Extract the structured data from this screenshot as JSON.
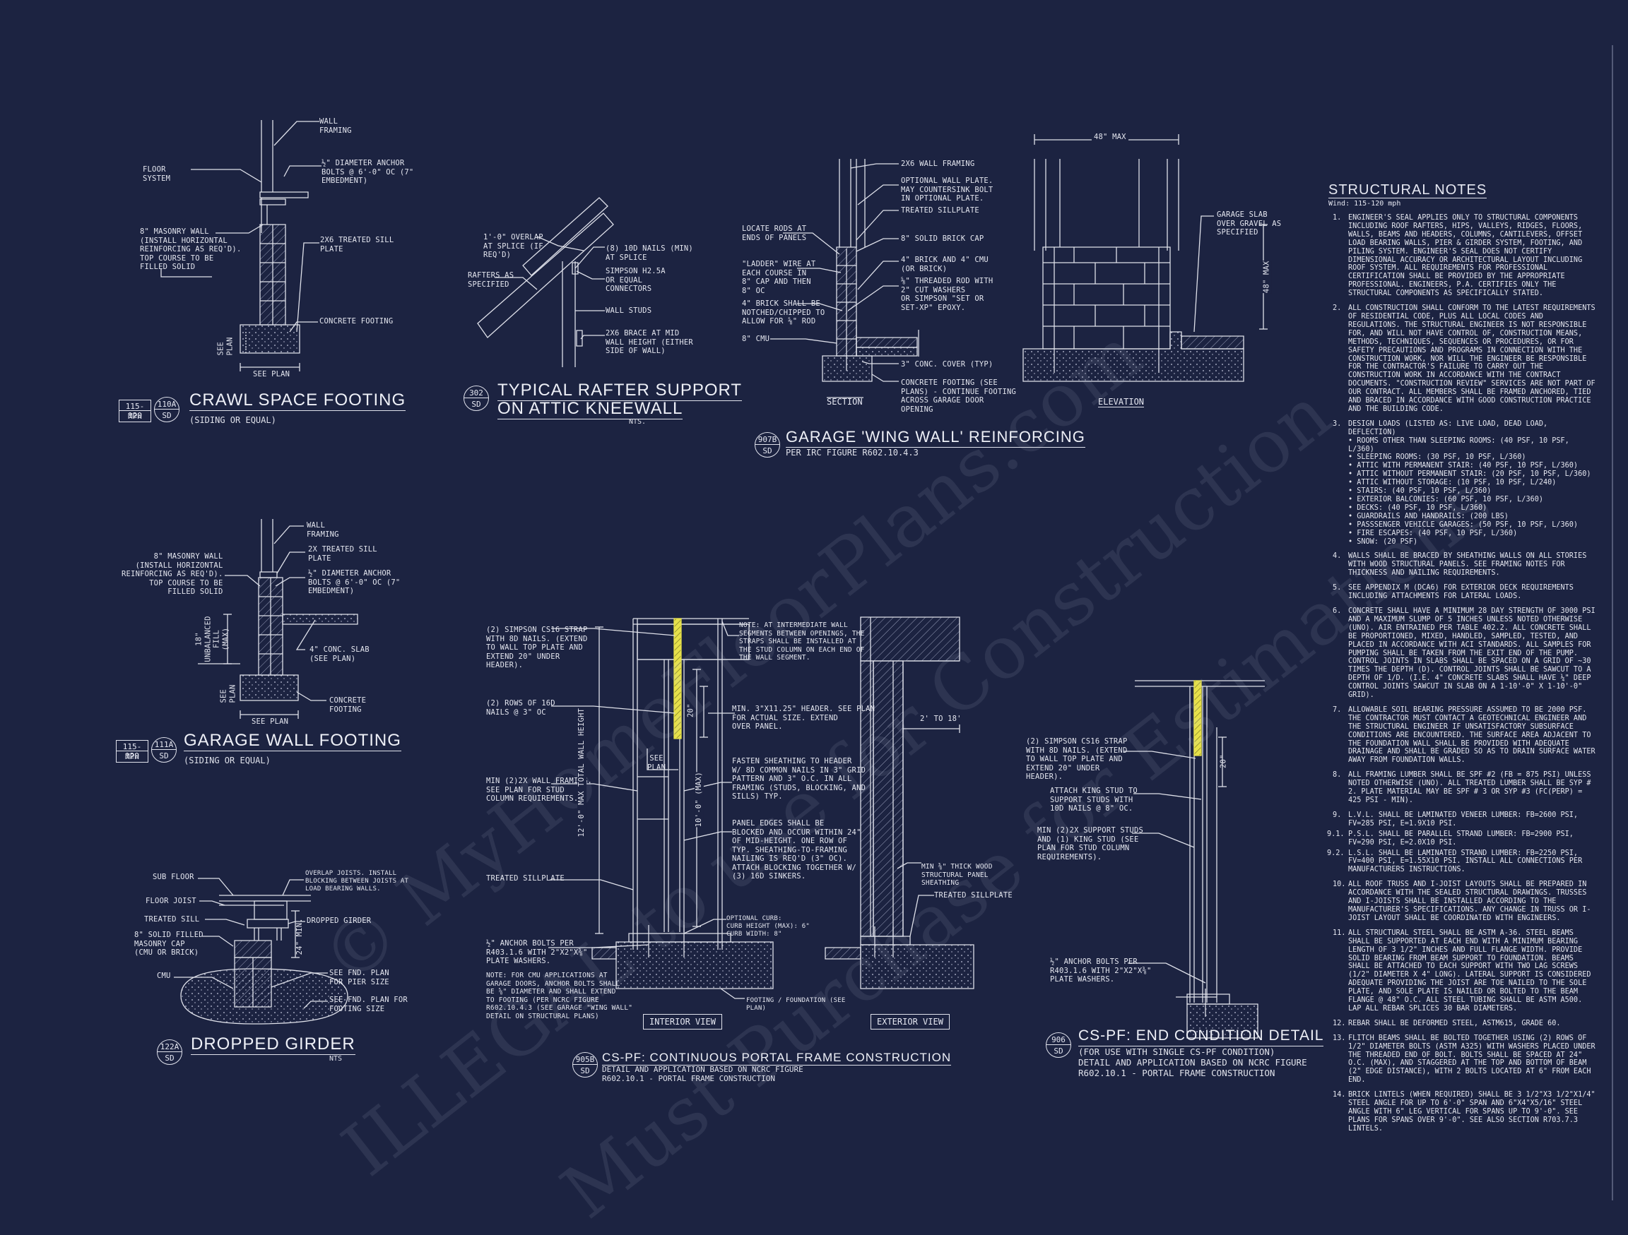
{
  "colors": {
    "background": "#1c2341",
    "linework": "#e0e2ec",
    "highlight": "#e6e04a"
  },
  "watermark": {
    "line1": "© MyHomeFloorPlans.com",
    "line2": "ILLEGAL to use for Construction",
    "line3": "Must Purchase for Estimations"
  },
  "details": {
    "crawl": {
      "title": "Crawl Space Footing",
      "subtitle": "(SIDING OR EQUAL)",
      "bubble_top": "110A",
      "bubble_bottom": "SD",
      "mph_top": "115-120",
      "mph_bottom": "MPH",
      "labels": {
        "wall_framing": "WALL\nFRAMING",
        "floor_system": "FLOOR\nSYSTEM",
        "anchor": "½\" DIAMETER ANCHOR\nBOLTS @ 6'-0\" OC (7\"\nEMBEDMENT)",
        "masonry": "8\" MASONRY WALL\n(INSTALL HORIZONTAL\nREINFORCING AS REQ'D).\nTOP COURSE TO BE\nFILLED SOLID",
        "sill": "2x6 TREATED SILL\nPLATE",
        "footing": "CONCRETE FOOTING",
        "see_plan_v": "SEE\nPLAN",
        "see_plan": "SEE PLAN"
      }
    },
    "rafter": {
      "title1": "Typical Rafter Support",
      "title2": "on Attic Kneewall",
      "nts": "NTS.",
      "bubble_top": "302",
      "bubble_bottom": "SD",
      "labels": {
        "overlap": "1'-0\" OVERLAP\nAT SPLICE (IF\nREQ'D)",
        "nails": "(8) 10d NAILS (MIN)\nAT SPLICE",
        "rafters": "RAFTERS AS\nSPECIFIED",
        "simpson": "SIMPSON H2.5A\nOR EQUAL\nCONNECTORS",
        "studs": "WALL STUDS",
        "brace": "2X6 BRACE AT MID\nWALL HEIGHT (EITHER\nSIDE OF WALL)"
      }
    },
    "wing": {
      "title": "Garage 'Wing Wall' Reinforcing",
      "subtitle": "PER IRC FIGURE R602.10.4.3",
      "bubble_top": "907B",
      "bubble_bottom": "SD",
      "section": "SECTION",
      "elevation": "ELEVATION",
      "labels": {
        "framing": "2x6 WALL FRAMING",
        "optional": "OPTIONAL WALL PLATE.\nMAY COUNTERSINK BOLT\nIN OPTIONAL PLATE.",
        "treated": "TREATED SILLPLATE",
        "locate": "LOCATE RODS AT\nENDS OF PANELS",
        "brick_cap": "8\" SOLID BRICK CAP",
        "ladder": "\"LADDER\" WIRE AT\nEACH COURSE IN\n8\" CAP AND THEN\n8\" OC",
        "brick4": "4\" BRICK AND 4\" CMU\n(OR BRICK)",
        "rod": "⅝\" THREADED ROD WITH\n2\" CUT WASHERS\nOR SIMPSON \"SET OR\nSET-XP\" EPOXY.",
        "notched": "4\" BRICK SHALL BE\nNOTCHED/CHIPPED TO\nALLOW FOR ⅝\" ROD",
        "cmu": "8\" CMU",
        "cover": "3\" CONC. COVER (TYP)",
        "footing": "CONCRETE FOOTING (SEE\nPLANS) - CONTINUE FOOTING\nACROSS GARAGE DOOR\nOPENING",
        "max48": "48\" MAX",
        "max48v": "48\" MAX",
        "slab": "GARAGE SLAB\nOVER GRAVEL AS\nSPECIFIED"
      }
    },
    "garage": {
      "title": "Garage Wall Footing",
      "subtitle": "(SIDING OR EQUAL)",
      "bubble_top": "111A",
      "bubble_bottom": "SD",
      "mph_top": "115-120",
      "mph_bottom": "MPH",
      "labels": {
        "wall_framing": "WALL\nFRAMING",
        "masonry": "8\" MASONRY WALL\n(INSTALL HORIZONTAL\nREINFORCING AS REQ'D).\nTOP COURSE TO BE\nFILLED SOLID",
        "sill": "2x TREATED SILL\nPLATE",
        "anchor": "½\" DIAMETER ANCHOR\nBOLTS @ 6'-0\" OC (7\"\nEMBEDMENT)",
        "unbalanced": "18\"\nUNBALANCED\nFILL\n(MAX)",
        "slab": "4\" CONC. SLAB\n(SEE PLAN)",
        "footing": "CONCRETE\nFOOTING",
        "see_plan_v": "SEE\nPLAN",
        "see_plan": "SEE PLAN"
      }
    },
    "girder": {
      "title": "Dropped Girder",
      "nts": "NTS",
      "bubble_top": "122A",
      "bubble_bottom": "SD",
      "labels": {
        "subfloor": "SUB FLOOR",
        "overlap": "OVERLAP JOISTS. INSTALL\nBLOCKING BETWEEN JOISTS AT\nLOAD BEARING WALLS.",
        "joist": "FLOOR JOIST",
        "sill": "TREATED SILL",
        "dropped": "DROPPED GIRDER",
        "cap": "8\" SOLID FILLED\nMASONRY CAP\n(CMU OR BRICK)",
        "min24": "24\" MIN.",
        "cmu": "CMU",
        "pier": "SEE FND. PLAN\nFOR PIER SIZE",
        "ftg": "SEE FND. PLAN FOR\nFOOTING SIZE"
      }
    },
    "portal": {
      "title": "CS-PF: Continuous Portal Frame Construction",
      "subtitle": "DETAIL AND APPLICATION BASED ON NCRC FIGURE\nR602.10.1 - PORTAL FRAME CONSTRUCTION",
      "bubble_top": "905B",
      "bubble_bottom": "SD",
      "interior": "INTERIOR VIEW",
      "exterior": "EXTERIOR VIEW",
      "labels": {
        "strap": "(2) SIMPSON CS16 STRAP\nWITH 8d NAILS. (EXTEND\nTO WALL TOP PLATE AND\nEXTEND 20\" UNDER\nHEADER).",
        "rows": "(2) ROWS OF 16d\nNAILS @ 3\" OC",
        "note": "NOTE: AT INTERMEDIATE WALL\nSEGMENTS BETWEEN OPENINGS, THE\nSTRAPS SHALL BE INSTALLED AT\nTHE STUD COLUMN ON EACH END OF\nTHE WALL SEGMENT.",
        "header": "MIN. 3\"x11.25\" HEADER. SEE PLAN\nFOR ACTUAL SIZE. EXTEND\nOVER PANEL.",
        "dim20": "20\"",
        "framing": "MIN (2)2X WALL FRAMING.\nSEE PLAN FOR STUD\nCOLUMN REQUIREMENTS.",
        "see_plan": "SEE\nPLAN",
        "height": "12'-0\" MAX TOTAL WALL HEIGHT",
        "max10": "10'-0\" (MAX)",
        "fasten": "FASTEN SHEATHING TO HEADER\nW/ 8d COMMON NAILS IN 3\" GRID\nPATTERN AND 3\" O.C. IN ALL\nFRAMING (STUDS, BLOCKING, AND\nSILLS) TYP.",
        "edges": "PANEL EDGES SHALL BE\nBLOCKED AND OCCUR WITHIN 24\"\nOF MID-HEIGHT. ONE ROW OF\nTYP. SHEATHING-TO-FRAMING\nNAILING IS REQ'D (3\" OC).\nATTACH BLOCKING TOGETHER W/\n(3) 16d SINKERS.",
        "range": "2' TO 18'",
        "sheathing": "MIN ⅜\" THICK WOOD\nSTRUCTURAL PANEL\nSHEATHING",
        "sill_l": "TREATED SILLPLATE",
        "sill_r": "TREATED SILLPLATE",
        "curb": "OPTIONAL CURB:\nCURB HEIGHT (MAX): 6\"\nCURB WIDTH: 8\"",
        "anchor": "½\" ANCHOR BOLTS PER\nR403.1.6 WITH 2\"x2\"x⅜\"\nPLATE WASHERS.",
        "cmu_note": "NOTE: FOR CMU APPLICATIONS AT\nGARAGE DOORS, ANCHOR BOLTS SHALL\nBE ⅝\" DIAMETER AND SHALL EXTEND\nTO FOOTING (PER NCRC FIGURE\nR602.10.4.3 (SEE GARAGE \"WING WALL\"\nDETAIL ON STRUCTURAL PLANS)",
        "footing": "FOOTING / FOUNDATION (SEE\nPLAN)"
      }
    },
    "endcond": {
      "title": "CS-PF: End Condition Detail",
      "subtitle": "(FOR USE WITH SINGLE CS-PF CONDITION)\nDETAIL AND APPLICATION BASED ON NCRC FIGURE\nR602.10.1 - PORTAL FRAME CONSTRUCTION",
      "bubble_top": "906",
      "bubble_bottom": "SD",
      "labels": {
        "strap": "(2) SIMPSON CS16 STRAP\nWITH 8d NAILS. (EXTEND\nTO WALL TOP PLATE AND\nEXTEND 20\" UNDER\nHEADER).",
        "dim20": "20\"",
        "king": "ATTACH KING STUD TO\nSUPPORT STUDS WITH\n10d NAILS @ 8\" OC.",
        "support": "MIN (2)2X SUPPORT STUDS\nAND (1) KING STUD (SEE\nPLAN FOR STUD COLUMN\nREQUIREMENTS).",
        "anchor": "½\" ANCHOR BOLTS PER\nR403.1.6 WITH 2\"x2\"x⅜\"\nPLATE WASHERS."
      }
    }
  },
  "structural_notes": {
    "title": "Structural Notes",
    "wind": "Wind: 115-120 mph",
    "items": [
      {
        "n": "1.",
        "t": "ENGINEER'S SEAL APPLIES ONLY TO STRUCTURAL COMPONENTS INCLUDING ROOF RAFTERS, HIPS, VALLEYS, RIDGES, FLOORS, WALLS, BEAMS AND HEADERS, COLUMNS, CANTILEVERS, OFFSET LOAD BEARING WALLS, PIER & GIRDER SYSTEM, FOOTING, AND PILING SYSTEM. ENGINEER'S SEAL DOES NOT CERTIFY DIMENSIONAL ACCURACY OR ARCHITECTURAL LAYOUT INCLUDING ROOF SYSTEM. ALL REQUIREMENTS FOR PROFESSIONAL CERTIFICATION SHALL BE PROVIDED BY THE APPROPRIATE PROFESSIONAL. ENGINEERS, P.A. CERTIFIES ONLY THE STRUCTURAL COMPONENTS AS SPECIFICALLY STATED."
      },
      {
        "n": "2.",
        "t": "ALL CONSTRUCTION SHALL CONFORM TO THE LATEST REQUIREMENTS OF RESIDENTIAL CODE, PLUS ALL LOCAL CODES AND REGULATIONS. THE STRUCTURAL ENGINEER IS NOT RESPONSIBLE FOR, AND WILL NOT HAVE CONTROL OF, CONSTRUCTION MEANS, METHODS, TECHNIQUES, SEQUENCES OR PROCEDURES, OR FOR SAFETY PRECAUTIONS AND PROGRAMS IN CONNECTION WITH THE CONSTRUCTION WORK, NOR WILL THE ENGINEER BE RESPONSIBLE FOR THE CONTRACTOR'S FAILURE TO CARRY OUT THE CONSTRUCTION WORK IN ACCORDANCE WITH THE CONTRACT DOCUMENTS. \"CONSTRUCTION REVIEW\" SERVICES ARE NOT PART OF OUR CONTRACT. ALL MEMBERS SHALL BE FRAMED ANCHORED, TIED AND BRACED IN ACCORDANCE WITH GOOD CONSTRUCTION PRACTICE AND THE BUILDING CODE."
      },
      {
        "n": "3.",
        "t": "DESIGN LOADS (LISTED AS: LIVE LOAD, DEAD LOAD, DEFLECTION)\n• ROOMS OTHER THAN SLEEPING ROOMS: (40 PSF, 10 PSF, L/360)\n• SLEEPING ROOMS: (30 PSF, 10 PSF, L/360)\n• ATTIC WITH PERMANENT STAIR: (40 PSF, 10 PSF, L/360)\n• ATTIC WITHOUT PERMANENT STAIR: (20 PSF, 10 PSF, L/360)\n• ATTIC WITHOUT STORAGE: (10 PSF, 10 PSF, L/240)\n• STAIRS: (40 PSF, 10 PSF, L/360)\n• EXTERIOR BALCONIES: (60 PSF, 10 PSF, L/360)\n• DECKS: (40 PSF, 10 PSF, L/360)\n• GUARDRAILS AND HANDRAILS: (200 LBS)\n• PASSSENGER VEHICLE GARAGES: (50 PSF, 10 PSF, L/360)\n• FIRE ESCAPES: (40 PSF, 10 PSF, L/360)\n• SNOW: (20 PSF)"
      },
      {
        "n": "4.",
        "t": "WALLS SHALL BE BRACED BY SHEATHING WALLS ON ALL STORIES WITH WOOD STRUCTURAL PANELS. SEE FRAMING NOTES FOR THICKNESS AND NAILING REQUIREMENTS."
      },
      {
        "n": "5.",
        "t": "SEE APPENDIX M (DCA6) FOR EXTERIOR DECK REQUIREMENTS INCLUDING ATTACHMENTS FOR LATERAL LOADS."
      },
      {
        "n": "6.",
        "t": "CONCRETE SHALL HAVE A MINIMUM 28 DAY STRENGTH OF 3000 PSI AND A MAXIMUM SLUMP OF 5 INCHES UNLESS NOTED OTHERWISE (UNO). AIR ENTRAINED PER TABLE 402.2. ALL CONCRETE SHALL BE PROPORTIONED, MIXED, HANDLED, SAMPLED, TESTED, AND PLACED IN ACCORDANCE WITH ACI STANDARDS. ALL SAMPLES FOR PUMPING SHALL BE TAKEN FROM THE EXIT END OF THE PUMP. CONTROL JOINTS IN SLABS SHALL BE SPACED ON A GRID OF ~30 TIMES THE DEPTH (D). CONTROL JOINTS SHALL BE SAWCUT TO A DEPTH OF 1/D. (I.E. 4\" CONCRETE SLABS SHALL HAVE ¼\" DEEP CONTROL JOINTS SAWCUT IN SLAB ON A 1-10'-0\" x 1-10'-0\" GRID)."
      },
      {
        "n": "7.",
        "t": "ALLOWABLE SOIL BEARING PRESSURE ASSUMED TO BE 2000 PSF. THE CONTRACTOR MUST CONTACT A GEOTECHNICAL ENGINEER AND THE STRUCTURAL ENGINEER IF UNSATISFACTORY SUBSURFACE CONDITIONS ARE ENCOUNTERED. THE SURFACE AREA ADJACENT TO THE FOUNDATION WALL SHALL BE PROVIDED WITH ADEQUATE DRAINAGE AND SHALL BE GRADED SO AS TO DRAIN SURFACE WATER AWAY FROM FOUNDATION WALLS."
      },
      {
        "n": "8.",
        "t": "ALL FRAMING LUMBER SHALL BE SPF #2 (Fb = 875 PSI) UNLESS NOTED OTHERWISE (UNO). ALL TREATED LUMBER SHALL BE SYP # 2. PLATE MATERIAL MAY BE SPF # 3 OR SYP #3 (Fc(perp) = 425 PSI - MIN)."
      },
      {
        "n": "9.",
        "t": "L.V.L. SHALL BE LAMINATED VENEER LUMBER: Fb=2600 PSI, Fv=285 PSI, E=1.9x10 PSI."
      },
      {
        "n": "9.1.",
        "t": "P.S.L. SHALL BE PARALLEL STRAND LUMBER: Fb=2900 PSI, Fv=290 PSI, E=2.0x10 PSI."
      },
      {
        "n": "9.2.",
        "t": "L.S.L. SHALL BE LAMINATED STRAND LUMBER: Fb=2250 PSI, Fv=400 PSI, E=1.55x10 PSI. INSTALL ALL CONNECTIONS PER MANUFACTURERS INSTRUCTIONS."
      },
      {
        "n": "10.",
        "t": "ALL ROOF TRUSS AND I-JOIST LAYOUTS SHALL BE PREPARED IN ACCORDANCE WITH THE SEALED STRUCTURAL DRAWINGS. TRUSSES AND I-JOISTS SHALL BE INSTALLED ACCORDING TO THE MANUFACTURER'S SPECIFICATIONS. ANY CHANGE IN TRUSS OR I-JOIST LAYOUT SHALL BE COORDINATED WITH ENGINEERS."
      },
      {
        "n": "11.",
        "t": "ALL STRUCTURAL STEEL SHALL BE ASTM A-36. STEEL BEAMS SHALL BE SUPPORTED AT EACH END WITH A MINIMUM BEARING LENGTH OF 3 1/2\" INCHES AND FULL FLANGE WIDTH. PROVIDE SOLID BEARING FROM BEAM SUPPORT TO FOUNDATION. BEAMS SHALL BE ATTACHED TO EACH SUPPORT WITH TWO LAG SCREWS (1/2\" DIAMETER x 4\" LONG). LATERAL SUPPORT IS CONSIDERED ADEQUATE PROVIDING THE JOIST ARE TOE NAILED TO THE SOLE PLATE, AND SOLE PLATE IS NAILED OR BOLTED TO THE BEAM FLANGE @ 48\" O.C. ALL STEEL TUBING SHALL BE ASTM A500. LAP ALL REBAR SPLICES 30 BAR DIAMETERS."
      },
      {
        "n": "12.",
        "t": "REBAR SHALL BE DEFORMED STEEL, ASTM615, GRADE 60."
      },
      {
        "n": "13.",
        "t": "FLITCH BEAMS SHALL BE BOLTED TOGETHER USING (2) ROWS OF 1/2\" DIAMETER BOLTS (ASTM A325) WITH WASHERS PLACED UNDER THE THREADED END OF BOLT. BOLTS SHALL BE SPACED AT 24\" O.C. (MAX), AND STAGGERED AT THE TOP AND BOTTOM OF BEAM (2\" EDGE DISTANCE), WITH 2 BOLTS LOCATED AT 6\" FROM EACH END."
      },
      {
        "n": "14.",
        "t": "BRICK LINTELS (WHEN REQUIRED) SHALL BE 3 1/2\"x3 1/2\"x1/4\" STEEL ANGLE FOR UP TO 6'-0\" SPAN AND 6\"x4\"x5/16\" STEEL ANGLE WITH 6\" LEG VERTICAL FOR SPANS UP TO 9'-0\". SEE PLANS FOR SPANS OVER 9'-0\". SEE ALSO SECTION R703.7.3 LINTELS."
      }
    ]
  }
}
